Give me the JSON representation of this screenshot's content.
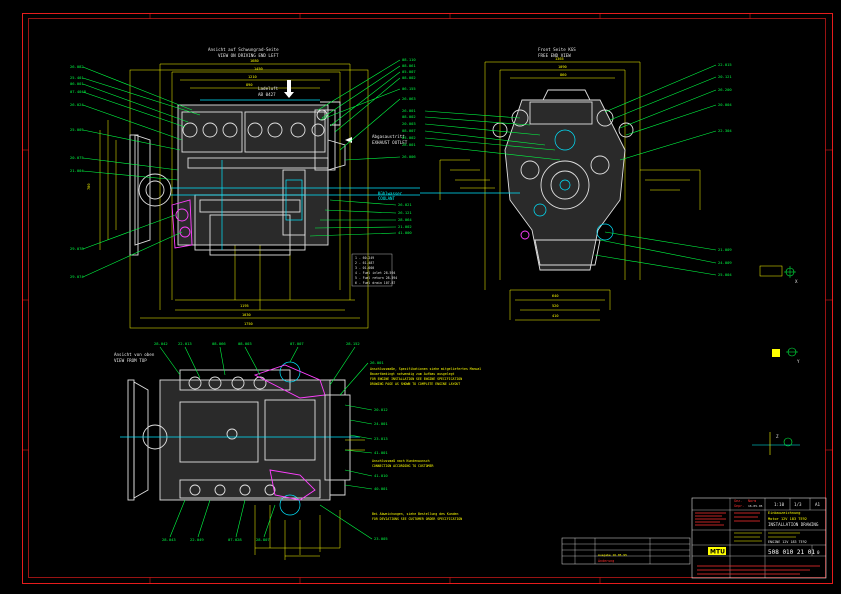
{
  "views": {
    "left": {
      "title_de": "Ansicht auf Schwungrad-Seite",
      "title_en": "VIEW ON DRIVING END LEFT",
      "note_charge_air": "Ladeluft",
      "note_charge_air_code": "AB 0427",
      "note_exhaust_de": "Abgasaustritt",
      "note_exhaust_en": "EXHAUST OUTLET",
      "note_coolant": "Kühlwasser",
      "note_coolant_en": "COOLANT",
      "legend": [
        "1 - 60.249",
        "2 - 61.487",
        "3 - 01.000",
        "4 - Fuel inlet 28.594",
        "5 - Fuel return 28.594",
        "6 - Fuel drain 107.87"
      ]
    },
    "front": {
      "title_de": "Front Seite KGS",
      "title_en": "FREE END VIEW"
    },
    "bottom": {
      "title_de": "Ansicht von oben",
      "title_en": "VIEW FROM TOP",
      "note_yellow_1": "Anschlussmaße, Spezifikationen siehe mitgeliefertes Manual",
      "note_yellow_2": "Bauartbedingt notwendig zum Aufbau ausgelegt",
      "note_yellow_3": "FOR ENGINE INSTALLATION SEE ENGINE SPECIFICATION",
      "note_yellow_4": "DRAWING PAGE AS SHOWN TO COMPLETE ENGINE LAYOUT",
      "note_lower_1": "Anschlussmaß nach Kundenwunsch",
      "note_lower_2": "CONNECTION ACCORDING TO CUSTOMER",
      "note_lower_3": "Bei Abweichungen, siehe Bestellung des Kunden",
      "note_lower_4": "FOR DEVIATIONS SEE CUSTOMER ORDER SPECIFICATION"
    }
  },
  "labels_left": [
    "26.082",
    "25.401",
    "06.001",
    "07.4048",
    "26.024",
    "25.005",
    "20.075",
    "21.004",
    "29.078",
    "29.074"
  ],
  "labels_left_mid": [
    "08.110",
    "08.061",
    "05.007",
    "08.002",
    "06.155",
    "26.063",
    "26.006"
  ],
  "labels_left_right": [
    "26.021",
    "26.121",
    "28.064",
    "21.002",
    "41.000"
  ],
  "labels_front_top": [
    "26.001",
    "08.002",
    "20.003",
    "08.007",
    "03.002",
    "28.001"
  ],
  "labels_front_right": [
    "22.015",
    "20.121",
    "26.200",
    "20.004",
    "22.304",
    "21.009",
    "24.009",
    "25.004"
  ],
  "labels_bottom_top": [
    "28.042",
    "22.013",
    "08.066",
    "08.003",
    "07.007",
    "28.152",
    "26.001"
  ],
  "labels_bottom_right": [
    "20.012",
    "24.001",
    "23.013",
    "41.001",
    "41.010",
    "40.001",
    "23.005"
  ],
  "labels_bottom_bottom": [
    "28.043",
    "22.049",
    "07.028",
    "28.807"
  ],
  "title_block": {
    "company": "MTU",
    "sheet": "1/3",
    "description_1": "Einbauzeichnung",
    "description_2": "Motor 12V 183 TE92",
    "description_3": "INSTALLATION DRAWING",
    "description_4": "ENGINE 12V 183 TE92",
    "drawing_no": "508 010 21 01",
    "scale": "1:10",
    "format": "A1",
    "revision": "0",
    "rev_label": "Änderung",
    "rev_entry": "Ausgabe 16.05.95",
    "drawn": "Gez.",
    "checked": "Gepr.",
    "norm": "Norm",
    "date": "16.05.95"
  },
  "detail_labels": {
    "detail_1": "X",
    "detail_2": "Y",
    "detail_3": "Z"
  }
}
